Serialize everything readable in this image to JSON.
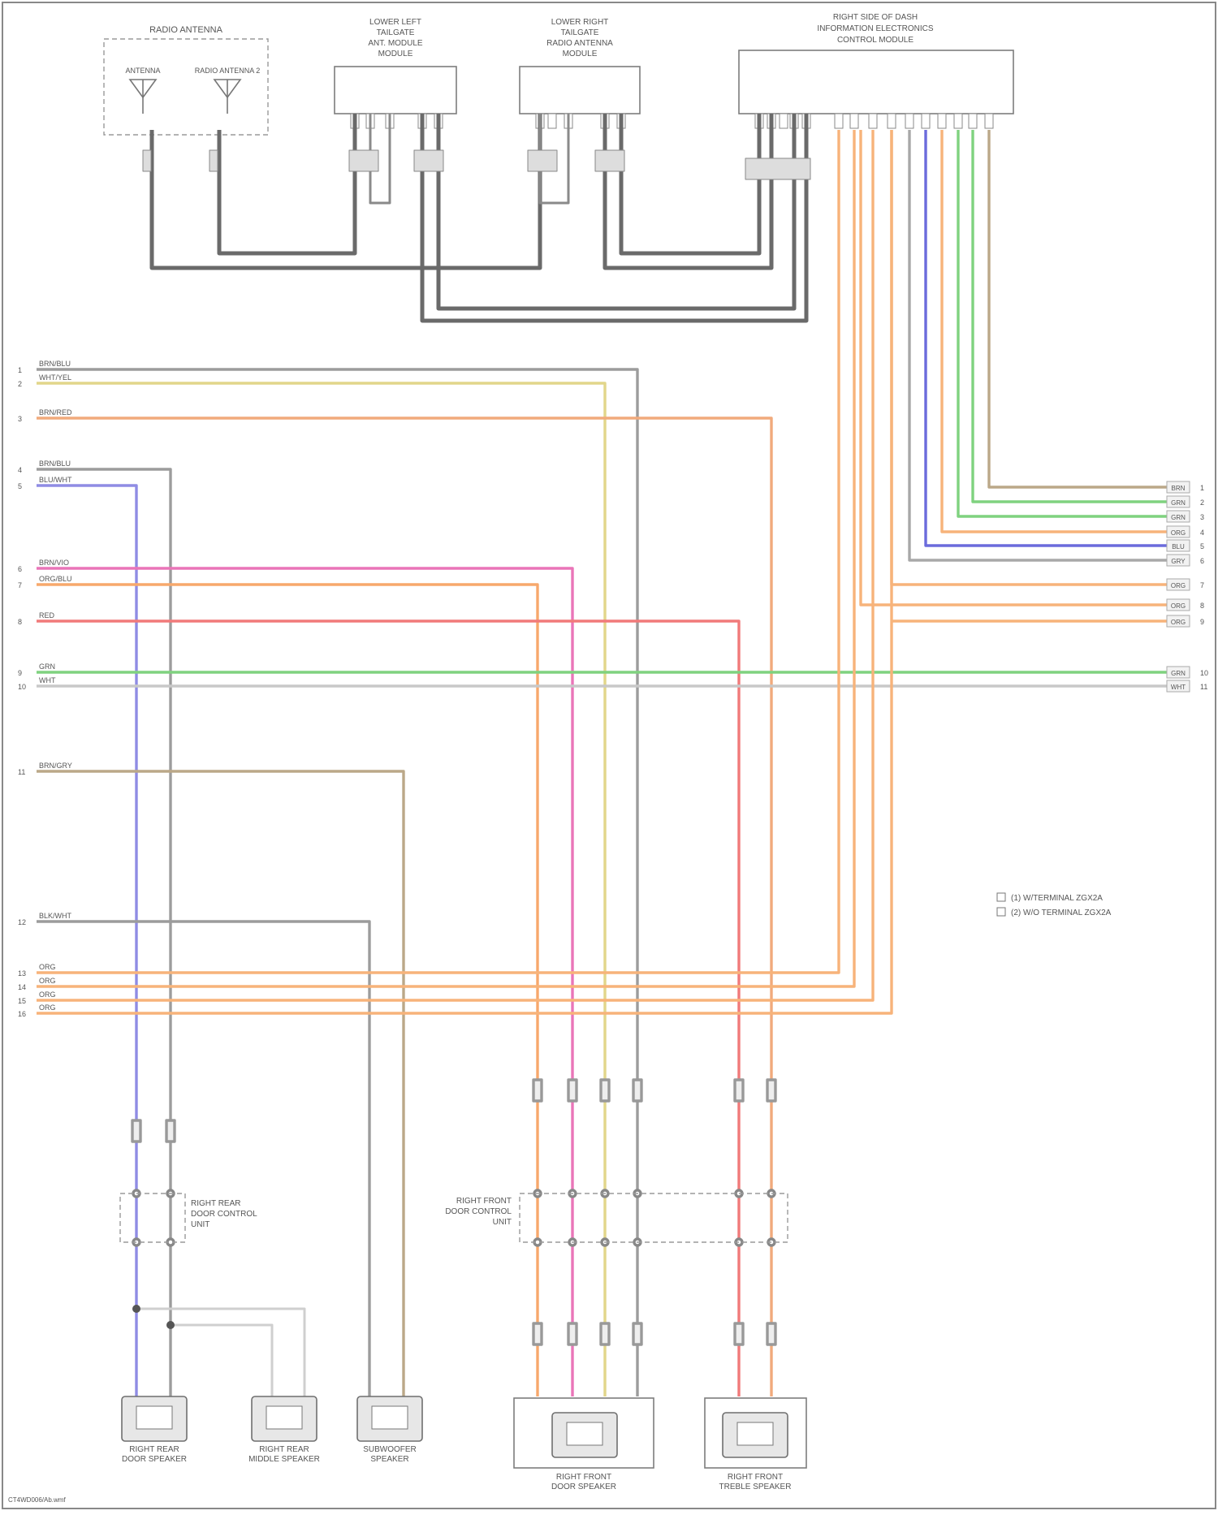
{
  "diagram": {
    "modules": {
      "radio_antenna": {
        "title": "RADIO ANTENNA",
        "antenna_1": "ANTENNA",
        "antenna_2": "RADIO ANTENNA 2"
      },
      "lower_left_module": [
        "LOWER LEFT",
        "TAILGATE",
        "ANT. MODULE",
        "MODULE"
      ],
      "lower_right_module": [
        "LOWER RIGHT",
        "TAILGATE",
        "RADIO ANTENNA",
        "MODULE"
      ],
      "center_module": [
        "RIGHT SIDE OF DASH",
        "INFORMATION ELECTRONICS",
        "CONTROL MODULE"
      ]
    },
    "left_connector_wires": [
      {
        "pin": "1",
        "label": "BRN/BLU",
        "color": "#9c9c9c"
      },
      {
        "pin": "2",
        "label": "WHT/YEL",
        "color": "#e2d68a"
      },
      {
        "pin": "3",
        "label": "BRN/RED",
        "color": "#f1aa7c"
      },
      {
        "pin": "4",
        "label": "BRN/BLU",
        "color": "#9c9c9c"
      },
      {
        "pin": "5",
        "label": "BLU/WHT",
        "color": "#8f8ce4"
      },
      {
        "pin": "6",
        "label": "BRN/VIO",
        "color": "#ea75b8"
      },
      {
        "pin": "7",
        "label": "ORG/BLU",
        "color": "#f7a86c"
      },
      {
        "pin": "8",
        "label": "RED",
        "color": "#f17a7a"
      },
      {
        "pin": "9",
        "label": "GRN",
        "color": "#7fd27f"
      },
      {
        "pin": "10",
        "label": "WHT",
        "color": "#c8c8c8"
      },
      {
        "pin": "11",
        "label": "BRN/GRY",
        "color": "#bba888"
      },
      {
        "pin": "12",
        "label": "BLK/WHT",
        "color": "#9c9c9c"
      },
      {
        "pin": "13",
        "label": "ORG",
        "color": "#f7b37a"
      },
      {
        "pin": "14",
        "label": "ORG",
        "color": "#f7b37a"
      },
      {
        "pin": "15",
        "label": "ORG",
        "color": "#f7b37a"
      },
      {
        "pin": "16",
        "label": "ORG",
        "color": "#f7b37a"
      }
    ],
    "right_connector_wires": [
      {
        "pin": "1",
        "label": "BRN",
        "color": "#bba888"
      },
      {
        "pin": "2",
        "label": "GRN",
        "color": "#7fd27f"
      },
      {
        "pin": "3",
        "label": "GRN",
        "color": "#7fd27f"
      },
      {
        "pin": "4",
        "label": "ORG",
        "color": "#f7b37a"
      },
      {
        "pin": "5",
        "label": "BLU",
        "color": "#6b6bdc"
      },
      {
        "pin": "6",
        "label": "GRY",
        "color": "#a8a8a8"
      },
      {
        "pin": "7",
        "label": "ORG",
        "color": "#f7b37a"
      },
      {
        "pin": "8",
        "label": "ORG",
        "color": "#f7b37a"
      },
      {
        "pin": "9",
        "label": "ORG",
        "color": "#f7b37a"
      },
      {
        "pin": "10",
        "label": "GRN",
        "color": "#7fd27f"
      },
      {
        "pin": "11",
        "label": "WHT",
        "color": "#c8c8c8"
      }
    ],
    "legend": {
      "line1": "(1) W/TERMINAL ZGX2A",
      "line2": "(2) W/O TERMINAL ZGX2A"
    },
    "connectors": {
      "left_rear": [
        "RIGHT REAR",
        "DOOR CONTROL",
        "UNIT"
      ],
      "right_front": [
        "RIGHT FRONT",
        "DOOR CONTROL",
        "UNIT"
      ]
    },
    "speakers": {
      "rear_door": [
        "RIGHT REAR",
        "DOOR SPEAKER"
      ],
      "middle": [
        "RIGHT REAR",
        "MIDDLE SPEAKER"
      ],
      "subwoofer": [
        "SUBWOOFER",
        "SPEAKER"
      ],
      "front_door": [
        "RIGHT FRONT",
        "DOOR SPEAKER"
      ],
      "front_tweeter": [
        "RIGHT FRONT",
        "TREBLE SPEAKER"
      ]
    },
    "footer": "CT4WD006/Ab.wmf"
  }
}
